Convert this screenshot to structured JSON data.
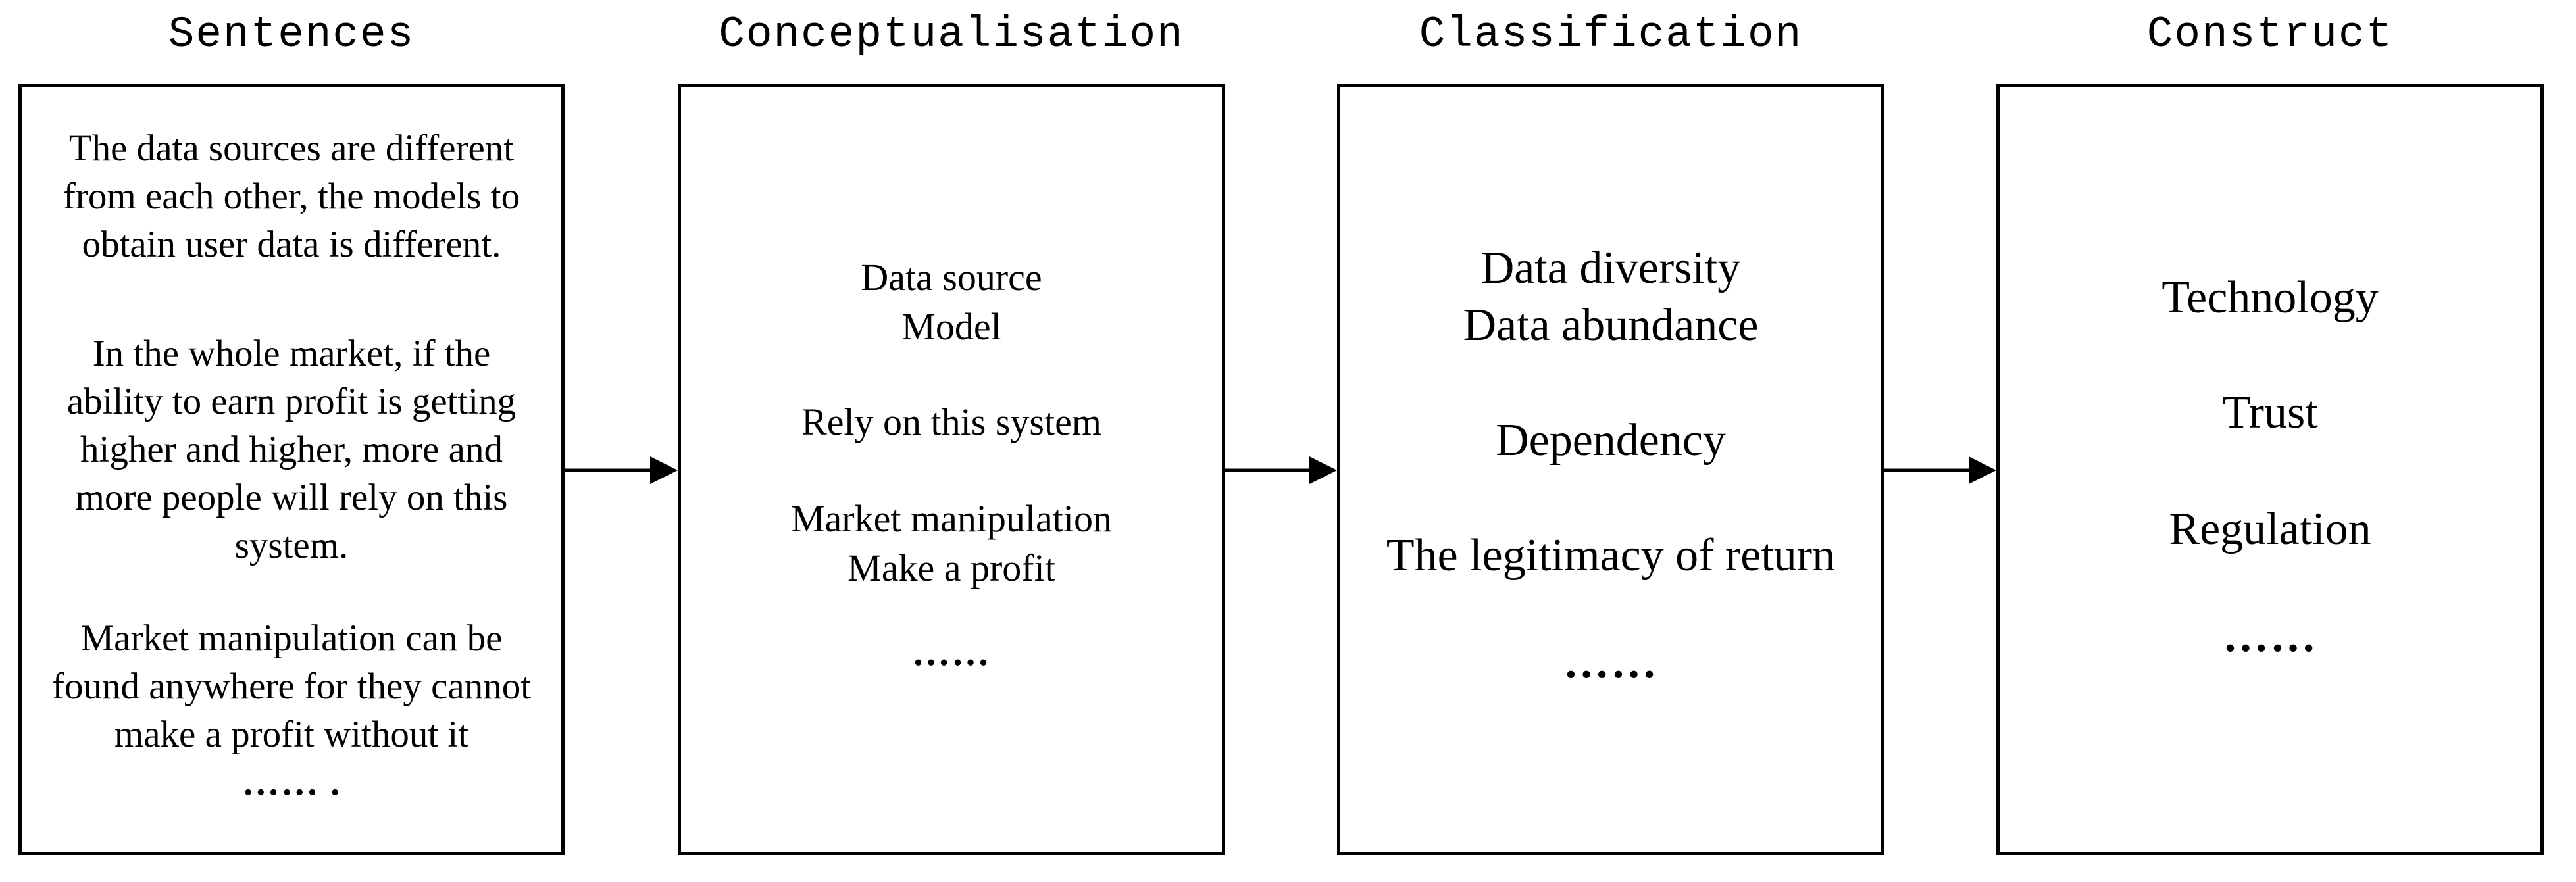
{
  "columns": [
    {
      "heading": "Sentences",
      "lines": [
        "The data sources are different",
        "from each other, the models to",
        "obtain user data is different.",
        "In the whole market, if the",
        "ability to earn profit is getting",
        "higher and higher, more and",
        "more people will rely on this",
        "system.",
        "Market manipulation can be",
        "found anywhere for they cannot",
        "make a profit without it",
        "…… ."
      ]
    },
    {
      "heading": "Conceptualisation",
      "lines": [
        "Data source",
        "Model",
        "Rely on this system",
        "Market manipulation",
        "Make a profit",
        "……"
      ]
    },
    {
      "heading": "Classification",
      "lines": [
        "Data diversity",
        "Data abundance",
        "Dependency",
        "The legitimacy of return",
        "……"
      ]
    },
    {
      "heading": "Construct",
      "lines": [
        "Technology",
        "Trust",
        "Regulation",
        "……"
      ]
    }
  ]
}
